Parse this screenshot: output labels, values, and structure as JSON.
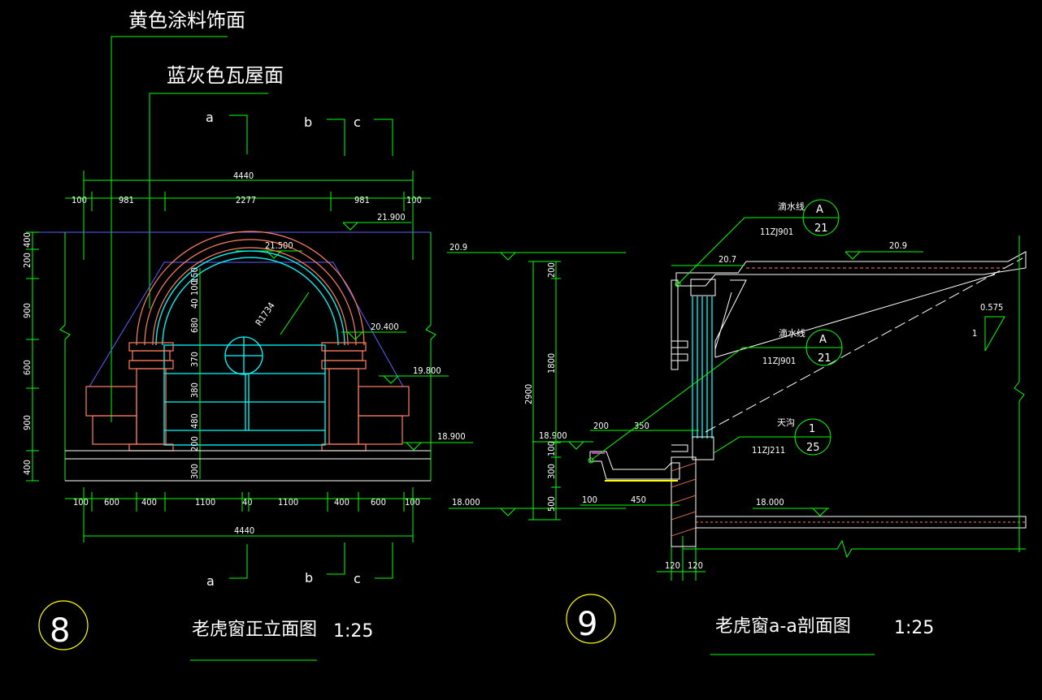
{
  "labels": {
    "paint_finish": "黄色涂料饰面",
    "tile_roof": "蓝灰色瓦屋面",
    "sec_a_top": "a",
    "sec_b_top": "b",
    "sec_c_top": "c",
    "sec_a_bot": "a",
    "sec_b_bot": "b",
    "sec_c_bot": "c",
    "radius": "R1734",
    "drip_line_1": "滴水线",
    "drip_line_2": "滴水线",
    "gutter": "天沟",
    "ref_11zj901_a": "11ZJ901",
    "ref_11zj901_b": "11ZJ901",
    "ref_11zj211": "11ZJ211",
    "slope_top": "0.575",
    "slope_side": "1"
  },
  "callouts": {
    "a1_top": "A",
    "a1_bot": "21",
    "a2_top": "A",
    "a2_bot": "21",
    "b_top": "1",
    "b_bot": "25"
  },
  "elevations": {
    "e21900": "21.900",
    "e21500": "21.500",
    "e20400": "20.400",
    "e19800": "19.800",
    "e18900_l": "18.900",
    "e209_l": "20.9",
    "e18000_l": "18.000",
    "e207": "20.7",
    "e209_r": "20.9",
    "e18900_r": "18.900",
    "e18000_r": "18.000"
  },
  "dims": {
    "top_total": "4440",
    "bot_total": "4440",
    "top_segments": [
      "100",
      "981",
      "2277",
      "981",
      "100"
    ],
    "bot_segments": [
      "100",
      "600",
      "400",
      "1100",
      "40",
      "1100",
      "400",
      "600",
      "100"
    ],
    "left_vertical": [
      "200",
      "400",
      "900",
      "600",
      "900",
      "400"
    ],
    "inner_vertical": [
      "40",
      "100",
      "150",
      "680",
      "370",
      "380",
      "480",
      "200",
      "300"
    ],
    "sec_vertical_outer": "2900",
    "sec_vertical_inner": [
      "200",
      "1800",
      "100",
      "300",
      "500"
    ],
    "sec_horiz": [
      "200",
      "350",
      "100",
      "450",
      "120",
      "120"
    ]
  },
  "titles": {
    "num_8": "8",
    "title_8": "老虎窗正立面图",
    "scale_8": "1:25",
    "num_9": "9",
    "title_9": "老虎窗a-a剖面图",
    "scale_9": "1:25"
  },
  "colors": {
    "background": "#000000",
    "dimension": "#00ff00",
    "window": "#00ffff",
    "masonry": "#ff8060",
    "outline": "#ffffff",
    "title_circle": "#ffff00",
    "roof_line": "#6060ff"
  }
}
